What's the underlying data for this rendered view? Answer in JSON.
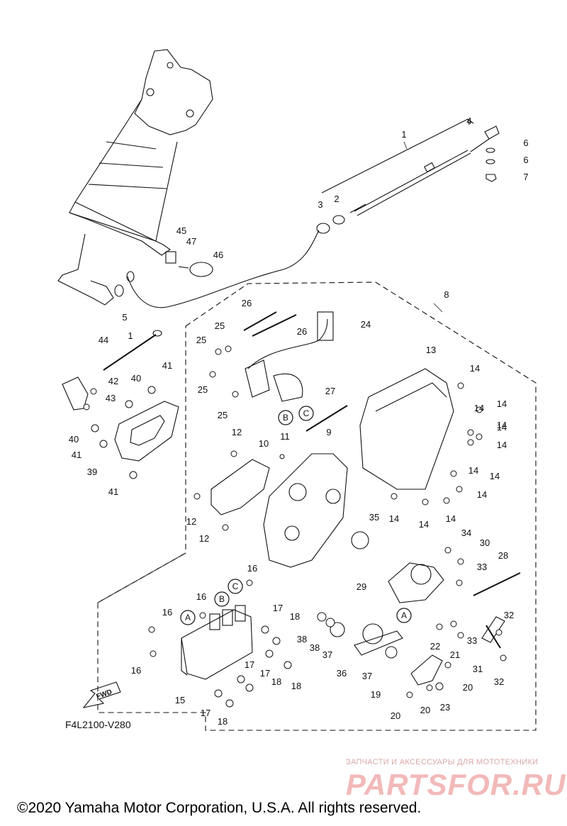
{
  "diagram": {
    "callouts": [
      "1",
      "2",
      "3",
      "4",
      "5",
      "6",
      "6",
      "7",
      "8",
      "9",
      "10",
      "11",
      "12",
      "12",
      "12",
      "13",
      "14",
      "14",
      "14",
      "14",
      "14",
      "14",
      "14",
      "14",
      "14",
      "14",
      "14",
      "14",
      "15",
      "16",
      "16",
      "16",
      "16",
      "17",
      "17",
      "17",
      "17",
      "18",
      "18",
      "18",
      "18",
      "19",
      "20",
      "20",
      "20",
      "21",
      "22",
      "23",
      "24",
      "25",
      "25",
      "25",
      "25",
      "26",
      "26",
      "27",
      "28",
      "29",
      "30",
      "31",
      "32",
      "32",
      "33",
      "33",
      "34",
      "35",
      "36",
      "37",
      "37",
      "38",
      "38",
      "39",
      "40",
      "40",
      "41",
      "41",
      "41",
      "42",
      "43",
      "44",
      "45",
      "46",
      "47"
    ],
    "sub_callout": "1",
    "connectors": [
      "A",
      "A",
      "B",
      "B",
      "C",
      "C"
    ],
    "direction_label": "FWD",
    "code": "F4L2100-V280"
  },
  "watermark": {
    "tagline": "ЗАПЧАСТИ И АКСЕССУАРЫ ДЛЯ МОТОТЕХНИКИ",
    "logo": "PARTSFOR.RU"
  },
  "footer": {
    "copyright": "©2020 Yamaha Motor Corporation, U.S.A. All rights reserved."
  }
}
